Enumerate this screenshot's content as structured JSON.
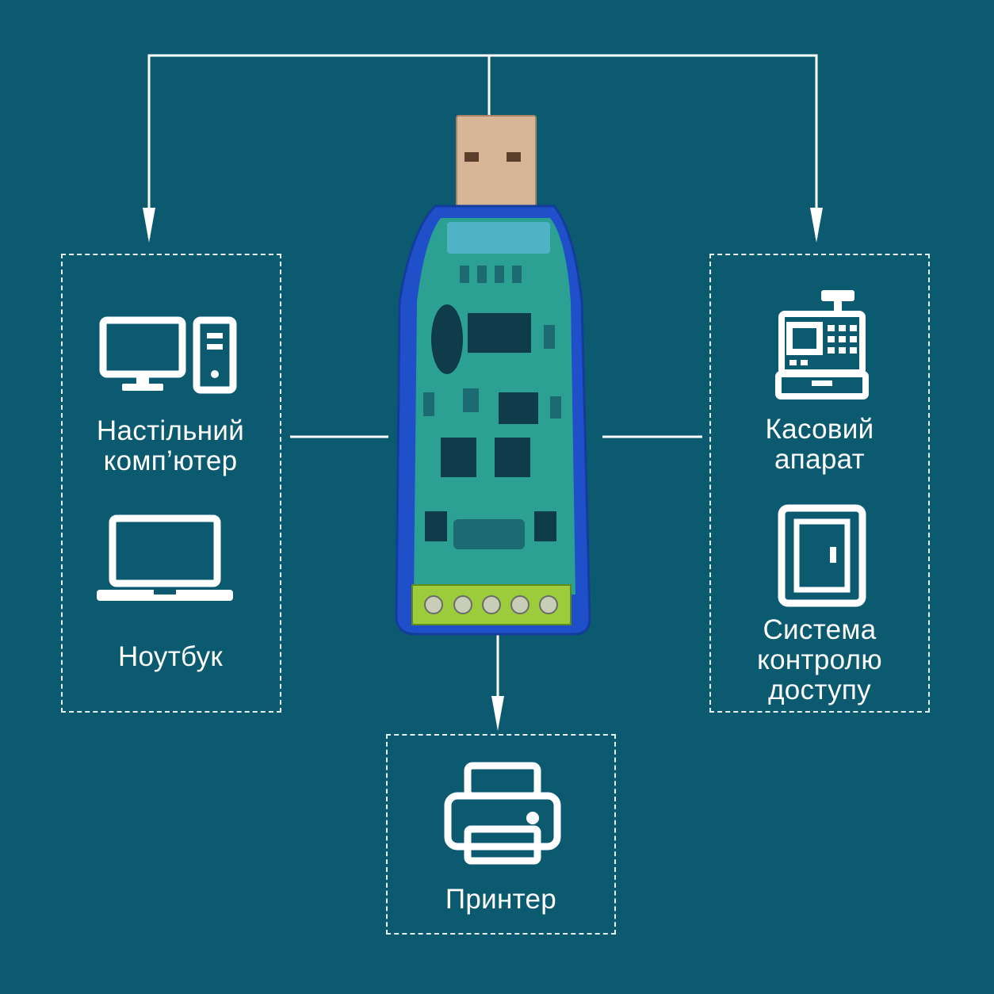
{
  "background_color": "#0b5a70",
  "line_color": "#ffffff",
  "device": {
    "name": "usb-adapter",
    "body_color": "#1f4fc9",
    "pcb_color": "#2fae8a",
    "usb_plug_color": "#d9b598",
    "terminal_color": "#9ccc3c"
  },
  "targets": [
    {
      "id": "desktop",
      "label": "Настільний\nкомп’ютер",
      "icon": "desktop-computer-icon"
    },
    {
      "id": "laptop",
      "label": "Ноутбук",
      "icon": "laptop-icon"
    },
    {
      "id": "cash",
      "label": "Касовий\nапарат",
      "icon": "cash-register-icon"
    },
    {
      "id": "access",
      "label": "Система\nконтролю\nдоступу",
      "icon": "access-door-icon"
    },
    {
      "id": "printer",
      "label": "Принтер",
      "icon": "printer-icon"
    }
  ]
}
